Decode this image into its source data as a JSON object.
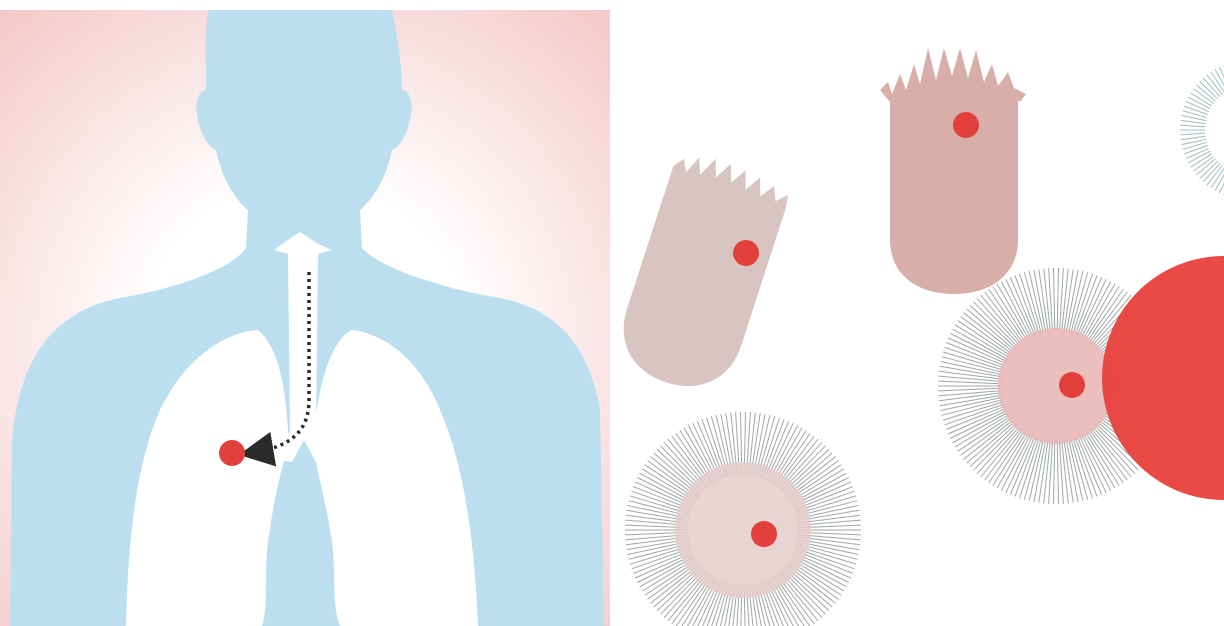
{
  "illustration": {
    "colors": {
      "body_silhouette": "#bcdff0",
      "background_glow": "#f4c7c7",
      "lungs": "#ffffff",
      "marker": "#e2403c",
      "pathway_arrow": "#2b2b2b",
      "bacterium_light": "#d8c5c2",
      "bacterium_dark": "#d8aea9",
      "virus_spikes_gray": "#9fa7a6",
      "virus_spikes_teal": "#9fbdbd",
      "virus_core": "#e4cdca",
      "virus_core_pink": "#e9b8b6",
      "large_cell": "#e8403b"
    },
    "left_panel": {
      "figure": "human-torso-silhouette",
      "organ": "lungs",
      "pathway": "airway-to-lung-dotted-arrow",
      "marker": "red-dot-in-lung"
    },
    "right_panel": {
      "microbes": [
        {
          "kind": "bacterium",
          "shade": "light",
          "marker": "red-dot"
        },
        {
          "kind": "bacterium",
          "shade": "dark",
          "marker": "red-dot"
        },
        {
          "kind": "virus",
          "shade": "gray",
          "marker": "red-dot"
        },
        {
          "kind": "virus",
          "shade": "pink",
          "marker": "red-dot"
        },
        {
          "kind": "virus",
          "shade": "teal",
          "marker": "none"
        },
        {
          "kind": "large-cell",
          "shade": "red",
          "marker": "none"
        }
      ]
    }
  }
}
